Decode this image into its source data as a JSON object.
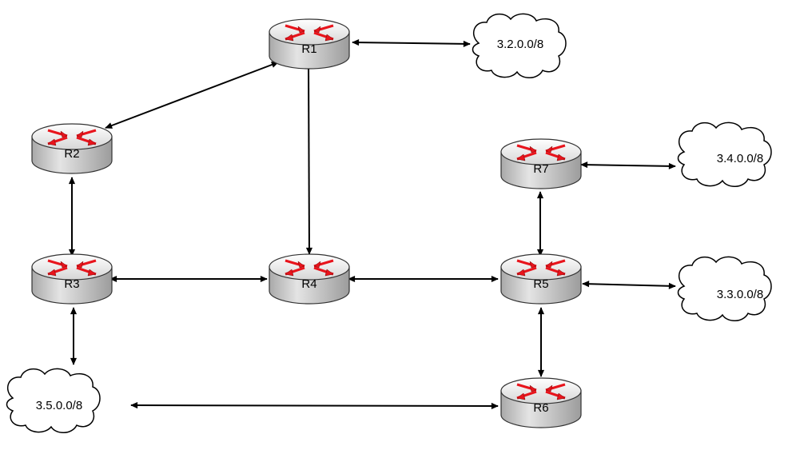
{
  "routers": [
    {
      "id": "r1",
      "label": "R1"
    },
    {
      "id": "r2",
      "label": "R2"
    },
    {
      "id": "r3",
      "label": "R3"
    },
    {
      "id": "r4",
      "label": "R4"
    },
    {
      "id": "r5",
      "label": "R5"
    },
    {
      "id": "r6",
      "label": "R6"
    },
    {
      "id": "r7",
      "label": "R7"
    }
  ],
  "networks": [
    {
      "id": "n32",
      "label": "3.2.0.0/8"
    },
    {
      "id": "n34",
      "label": "3.4.0.0/8"
    },
    {
      "id": "n33",
      "label": "3.3.0.0/8"
    },
    {
      "id": "n35",
      "label": "3.5.0.0/8"
    }
  ],
  "links": [
    {
      "from": "R1",
      "to": "3.2.0.0/8"
    },
    {
      "from": "R1",
      "to": "R2"
    },
    {
      "from": "R1",
      "to": "R4"
    },
    {
      "from": "R2",
      "to": "R3"
    },
    {
      "from": "R3",
      "to": "R4"
    },
    {
      "from": "R3",
      "to": "3.5.0.0/8"
    },
    {
      "from": "R4",
      "to": "R5"
    },
    {
      "from": "R7",
      "to": "3.4.0.0/8"
    },
    {
      "from": "R7",
      "to": "R5"
    },
    {
      "from": "R5",
      "to": "3.3.0.0/8"
    },
    {
      "from": "R5",
      "to": "R6"
    },
    {
      "from": "3.5.0.0/8",
      "to": "R6"
    }
  ],
  "colors": {
    "router_top": "#f2f2f2",
    "router_body": "#c8c8c8",
    "router_outline": "#333333",
    "arrow_red": "#e8141c",
    "link": "#000000"
  }
}
